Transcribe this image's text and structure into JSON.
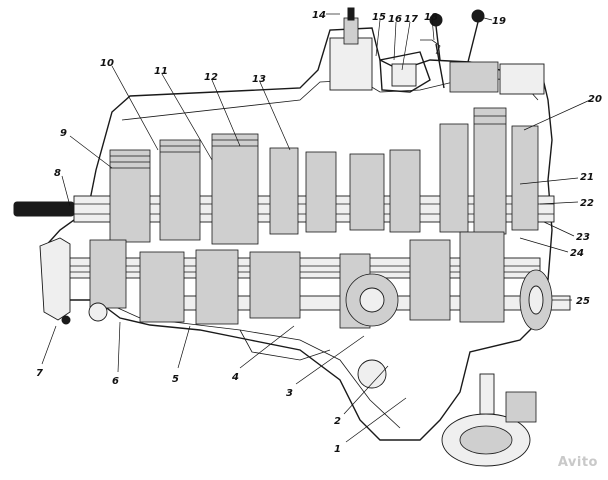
{
  "callouts": [
    {
      "id": "1",
      "label": "1"
    },
    {
      "id": "2",
      "label": "2"
    },
    {
      "id": "3",
      "label": "3"
    },
    {
      "id": "4",
      "label": "4"
    },
    {
      "id": "5",
      "label": "5"
    },
    {
      "id": "6",
      "label": "6"
    },
    {
      "id": "7",
      "label": "7"
    },
    {
      "id": "8",
      "label": "8"
    },
    {
      "id": "9",
      "label": "9"
    },
    {
      "id": "10",
      "label": "10"
    },
    {
      "id": "11",
      "label": "11"
    },
    {
      "id": "12",
      "label": "12"
    },
    {
      "id": "13",
      "label": "13"
    },
    {
      "id": "14",
      "label": "14"
    },
    {
      "id": "15",
      "label": "15"
    },
    {
      "id": "16",
      "label": "16"
    },
    {
      "id": "17",
      "label": "17"
    },
    {
      "id": "18",
      "label": "18"
    },
    {
      "id": "19",
      "label": "19"
    },
    {
      "id": "20",
      "label": "20"
    },
    {
      "id": "21",
      "label": "21"
    },
    {
      "id": "22",
      "label": "22"
    },
    {
      "id": "23",
      "label": "23"
    },
    {
      "id": "24",
      "label": "24"
    },
    {
      "id": "25",
      "label": "25"
    }
  ],
  "watermark": "Avito"
}
